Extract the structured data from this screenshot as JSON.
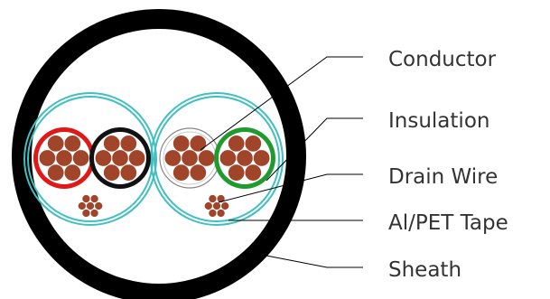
{
  "labels": {
    "conductor": "Conductor",
    "insulation": "Insulation",
    "drain_wire": "Drain Wire",
    "tape": "Al/PET Tape",
    "sheath": "Sheath"
  },
  "colors": {
    "sheath": "#000000",
    "tape": "#3fbfbf",
    "conductor_strand": "#a0442a",
    "insulation_red": "#e01818",
    "insulation_black": "#111111",
    "insulation_white": "#ffffff",
    "insulation_green": "#1f9a2f",
    "leader_line": "#000000"
  },
  "pairs": [
    {
      "name": "pair-1",
      "cores": [
        "red",
        "black"
      ]
    },
    {
      "name": "pair-2",
      "cores": [
        "white",
        "green"
      ]
    }
  ]
}
